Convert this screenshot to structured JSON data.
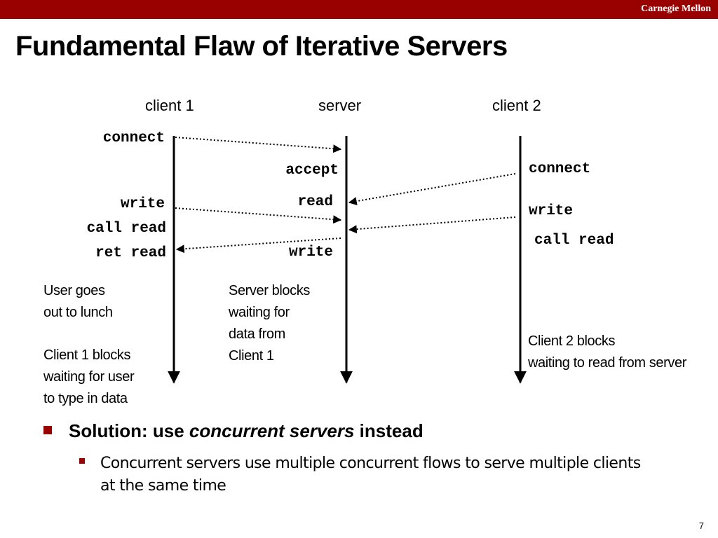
{
  "header": {
    "brand": "Carnegie Mellon"
  },
  "slide": {
    "title": "Fundamental Flaw of Iterative Servers",
    "page_number": "7"
  },
  "diagram": {
    "columns": {
      "client1": "client 1",
      "server": "server",
      "client2": "client 2"
    },
    "client1_calls": {
      "connect": "connect",
      "write": "write",
      "call_read": "call read",
      "ret_read": "ret read"
    },
    "server_calls": {
      "accept": "accept",
      "read": "read",
      "write": "write"
    },
    "client2_calls": {
      "connect": "connect",
      "write": "write",
      "call_read": "call read"
    },
    "notes": {
      "client1_user": [
        "User goes",
        "out to lunch"
      ],
      "client1_blocks": [
        "Client 1 blocks",
        "waiting for user",
        "to type in data"
      ],
      "server_blocks": [
        "Server blocks",
        "waiting for",
        "data from",
        "Client 1"
      ],
      "client2_blocks": [
        "Client 2 blocks",
        "waiting to read from server"
      ]
    }
  },
  "bullets": {
    "main_prefix": "Solution: use ",
    "main_emphasis": "concurrent servers",
    "main_suffix": " instead",
    "sub": "Concurrent servers use multiple concurrent flows to serve multiple clients at the same time"
  },
  "colors": {
    "accent": "#990000"
  }
}
